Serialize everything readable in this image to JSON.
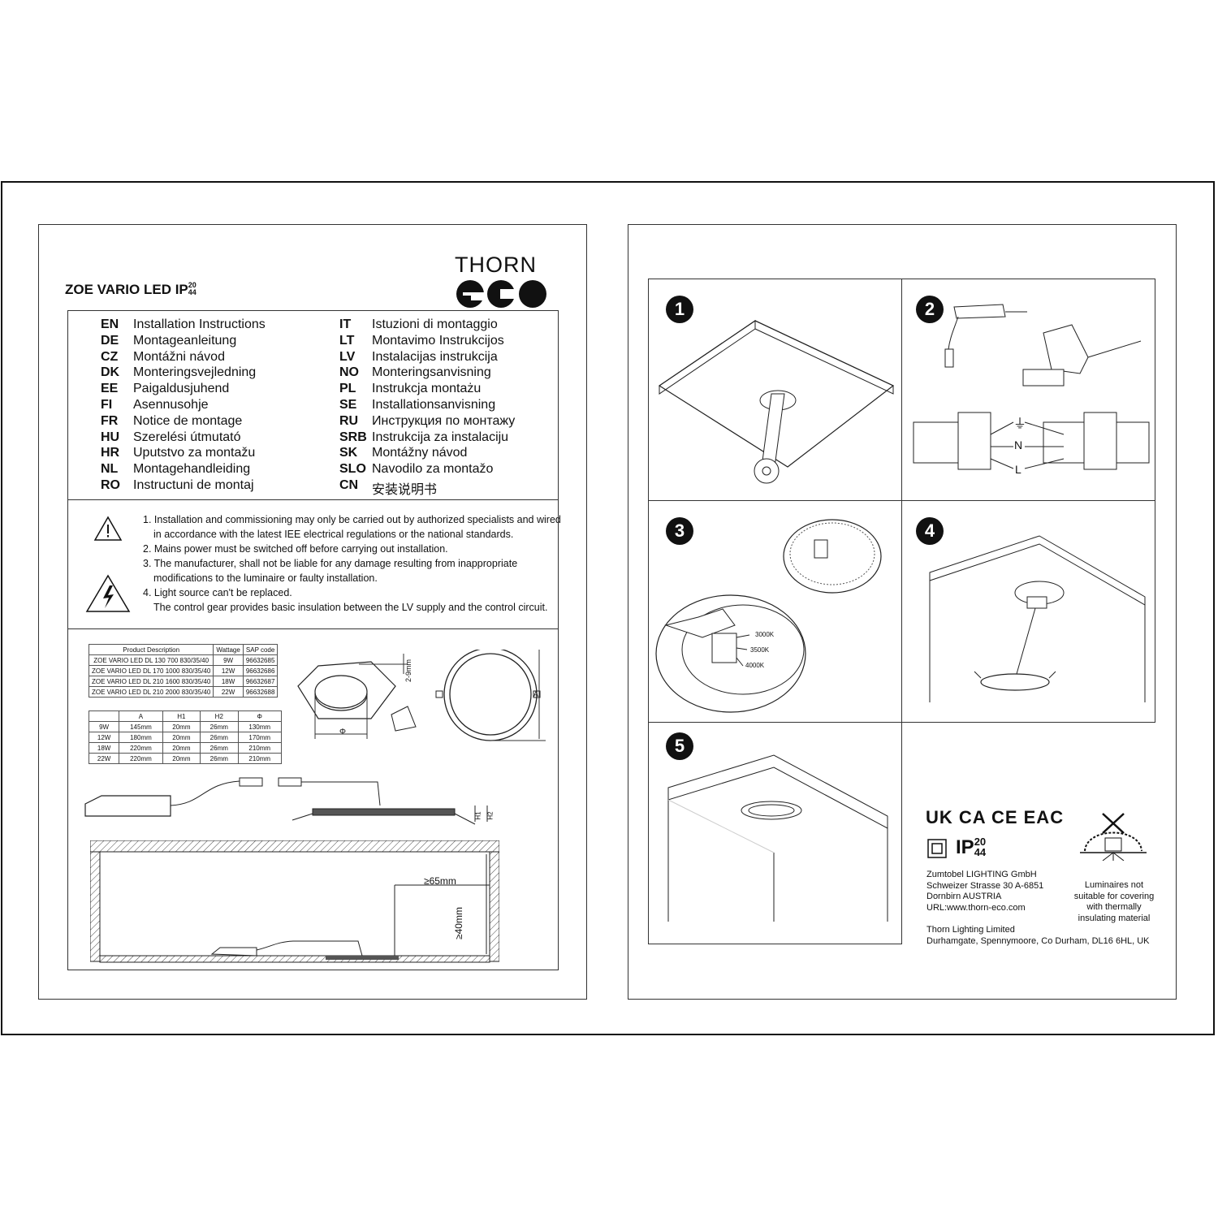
{
  "brand": {
    "name": "THORN",
    "sub": "eco"
  },
  "product": {
    "title": "ZOE VARIO LED IP",
    "ip_top": "20",
    "ip_bottom": "44"
  },
  "languages_left": [
    {
      "code": "EN",
      "name": "Installation Instructions"
    },
    {
      "code": "DE",
      "name": "Montageanleitung"
    },
    {
      "code": "CZ",
      "name": "Montážni návod"
    },
    {
      "code": "DK",
      "name": "Monteringsvejledning"
    },
    {
      "code": "EE",
      "name": "Paigaldusjuhend"
    },
    {
      "code": "FI",
      "name": "Asennusohje"
    },
    {
      "code": "FR",
      "name": "Notice de montage"
    },
    {
      "code": "HU",
      "name": "Szerelési útmutató"
    },
    {
      "code": "HR",
      "name": "Uputstvo za montažu"
    },
    {
      "code": "NL",
      "name": "Montagehandleiding"
    },
    {
      "code": "RO",
      "name": "Instructuni de montaj"
    }
  ],
  "languages_right": [
    {
      "code": "IT",
      "name": "Istuzioni di montaggio"
    },
    {
      "code": "LT",
      "name": "Montavimo Instrukcijos"
    },
    {
      "code": "LV",
      "name": "Instalacijas instrukcija"
    },
    {
      "code": "NO",
      "name": "Monteringsanvisning"
    },
    {
      "code": "PL",
      "name": "Instrukcja montażu"
    },
    {
      "code": "SE",
      "name": "Installationsanvisning"
    },
    {
      "code": "RU",
      "name": "Инструкция по монтажу"
    },
    {
      "code": "SRB",
      "name": "Instrukcija za instalaciju"
    },
    {
      "code": "SK",
      "name": "Montážny návod"
    },
    {
      "code": "SLO",
      "name": "Navodilo za montažo"
    },
    {
      "code": "CN",
      "name": "安装说明书"
    }
  ],
  "warnings": [
    "1. Installation and commissioning may only be carried out by authorized specialists and wired",
    "in accordance with the latest IEE electrical regulations or the national standards.",
    "2. Mains power must be switched off before carrying out installation.",
    "3. The manufacturer, shall not be liable for any damage resulting from inappropriate",
    "modifications to the luminaire or faulty installation.",
    "4. Light source can't be replaced.",
    "The control gear provides basic insulation between the LV supply and the control circuit."
  ],
  "product_table": {
    "headers": [
      "Product Description",
      "Wattage",
      "SAP code"
    ],
    "rows": [
      [
        "ZOE VARIO LED DL 130 700 830/35/40",
        "9W",
        "96632685"
      ],
      [
        "ZOE VARIO LED DL 170 1000 830/35/40",
        "12W",
        "96632686"
      ],
      [
        "ZOE VARIO LED DL 210 1600 830/35/40",
        "18W",
        "96632687"
      ],
      [
        "ZOE VARIO LED DL 210 2000 830/35/40",
        "22W",
        "96632688"
      ]
    ]
  },
  "dim_table": {
    "headers": [
      "",
      "A",
      "H1",
      "H2",
      "Φ"
    ],
    "rows": [
      [
        "9W",
        "145mm",
        "20mm",
        "26mm",
        "130mm"
      ],
      [
        "12W",
        "180mm",
        "20mm",
        "26mm",
        "170mm"
      ],
      [
        "18W",
        "220mm",
        "20mm",
        "26mm",
        "210mm"
      ],
      [
        "22W",
        "220mm",
        "20mm",
        "26mm",
        "210mm"
      ]
    ]
  },
  "dimension_labels": {
    "cutout": "2-9mm",
    "A": "A",
    "phi": "Φ",
    "H1": "H1",
    "H2": "H2",
    "min_side": "≥65mm",
    "min_depth": "≥40mm"
  },
  "steps": [
    "1",
    "2",
    "3",
    "4",
    "5"
  ],
  "wiring_labels": {
    "earth": "⏚",
    "N": "N",
    "L": "L"
  },
  "cct_labels": [
    "3000K",
    "3500K",
    "4000K"
  ],
  "certs": {
    "marks": "UK CA  CE  EAC",
    "ip": "IP",
    "ip_top": "20",
    "ip_bottom": "44"
  },
  "address1": [
    "Zumtobel LIGHTING GmbH",
    "Schweizer Strasse 30 A-6851",
    "Dornbirn AUSTRIA",
    "URL:www.thorn-eco.com"
  ],
  "address2": [
    "Thorn Lighting Limited",
    "Durhamgate, Spennymoore, Co Durham, DL16 6HL, UK"
  ],
  "insulation_warning": [
    "Luminaires not",
    "suitable for covering",
    "with thermally",
    "insulating material"
  ]
}
